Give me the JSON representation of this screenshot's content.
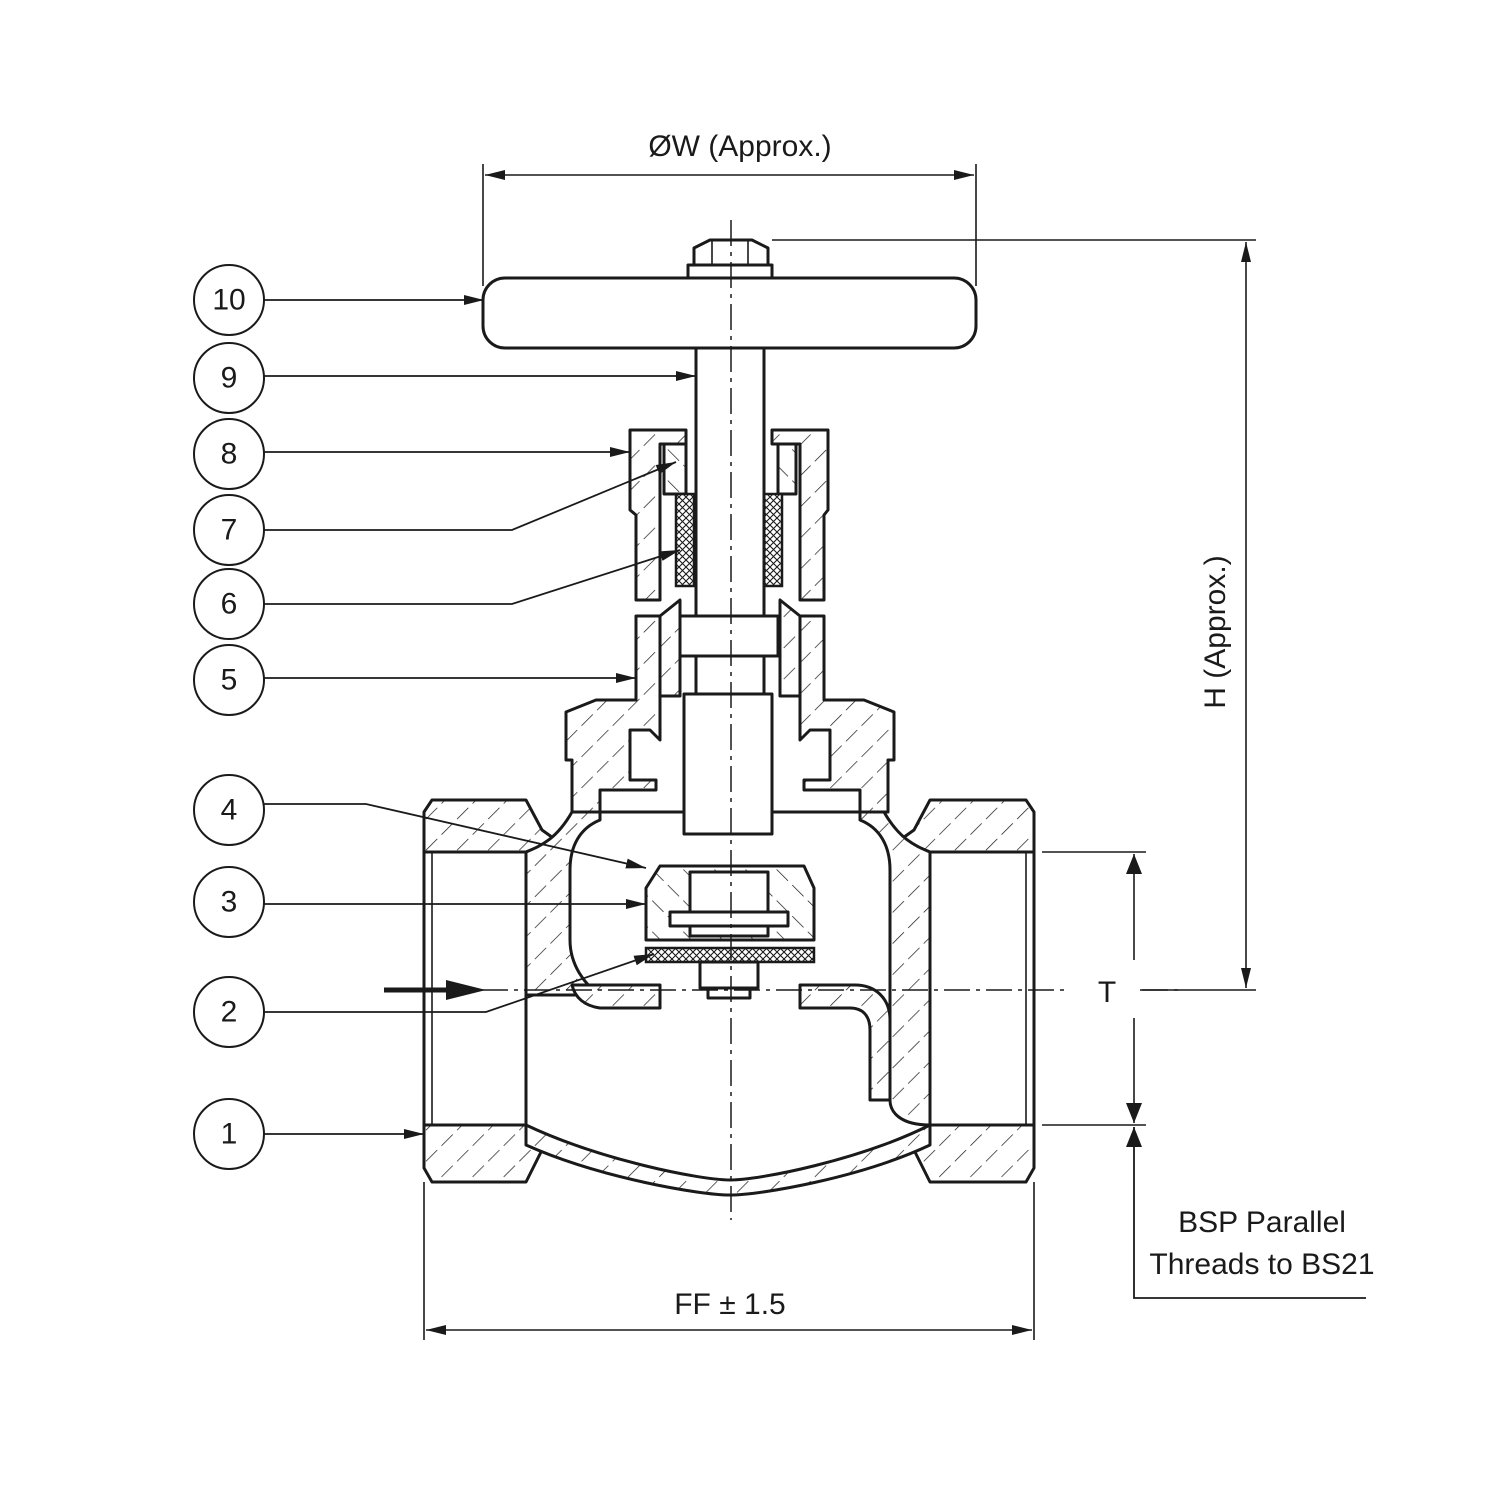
{
  "dimensions": {
    "handwheel_diameter": "ØW (Approx.)",
    "height": "H (Approx.)",
    "face_to_face": "FF",
    "face_to_face_tolerance": "± 1.5",
    "thread_size": "T"
  },
  "note": {
    "line1": "BSP Parallel",
    "line2": "Threads to BS21"
  },
  "part_callouts": [
    {
      "number": "10",
      "part": "handwheel"
    },
    {
      "number": "9",
      "part": "stem"
    },
    {
      "number": "8",
      "part": "gland-nut"
    },
    {
      "number": "7",
      "part": "gland"
    },
    {
      "number": "6",
      "part": "packing"
    },
    {
      "number": "5",
      "part": "bonnet"
    },
    {
      "number": "4",
      "part": "disc-holder"
    },
    {
      "number": "3",
      "part": "disc-nut"
    },
    {
      "number": "2",
      "part": "disc-washer"
    },
    {
      "number": "1",
      "part": "body"
    }
  ],
  "colors": {
    "line": "#1a1a1a",
    "background": "#ffffff"
  }
}
